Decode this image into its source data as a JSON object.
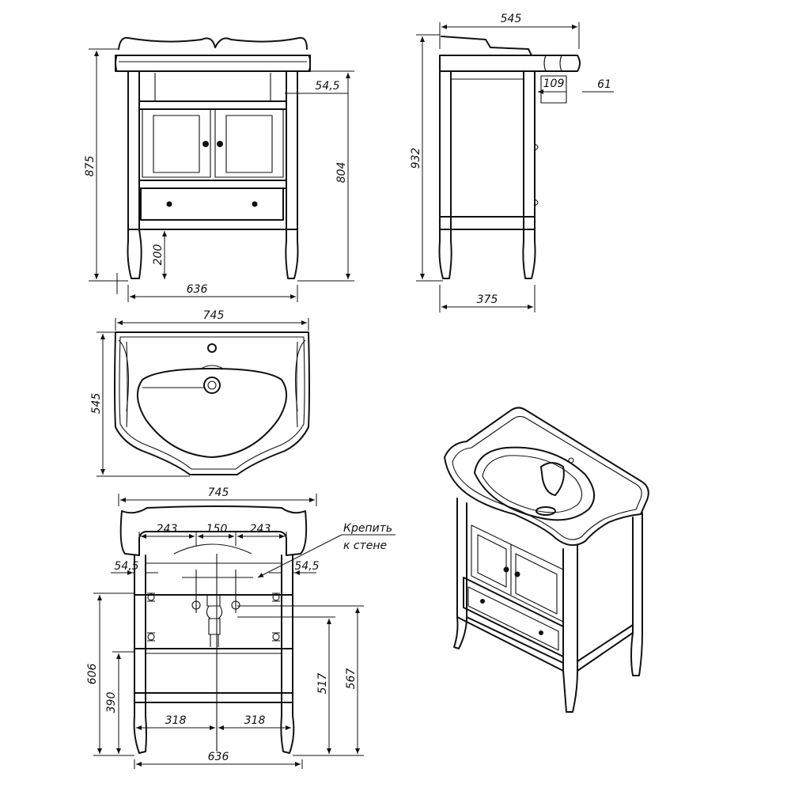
{
  "diagram": {
    "labels": {
      "front_width": "636",
      "front_height": "875",
      "front_inner_height": "804",
      "leg_height": "200",
      "front_top_offset": "54,5",
      "side_depth_top": "545",
      "side_height": "932",
      "side_depth_bottom": "375",
      "side_offset_a": "109",
      "side_offset_b": "61",
      "basin_width": "745",
      "basin_depth": "545",
      "rear_width_top": "745",
      "rear_seg_left": "243",
      "rear_seg_mid": "150",
      "rear_seg_right": "243",
      "rear_margin_left": "54,5",
      "rear_margin_right": "54,5",
      "rear_height_606": "606",
      "rear_height_390": "390",
      "rear_height_517": "517",
      "rear_height_567": "567",
      "rear_half_left": "318",
      "rear_half_right": "318",
      "rear_width_bottom": "636",
      "note_line1": "Крепить",
      "note_line2": "к стене"
    }
  }
}
